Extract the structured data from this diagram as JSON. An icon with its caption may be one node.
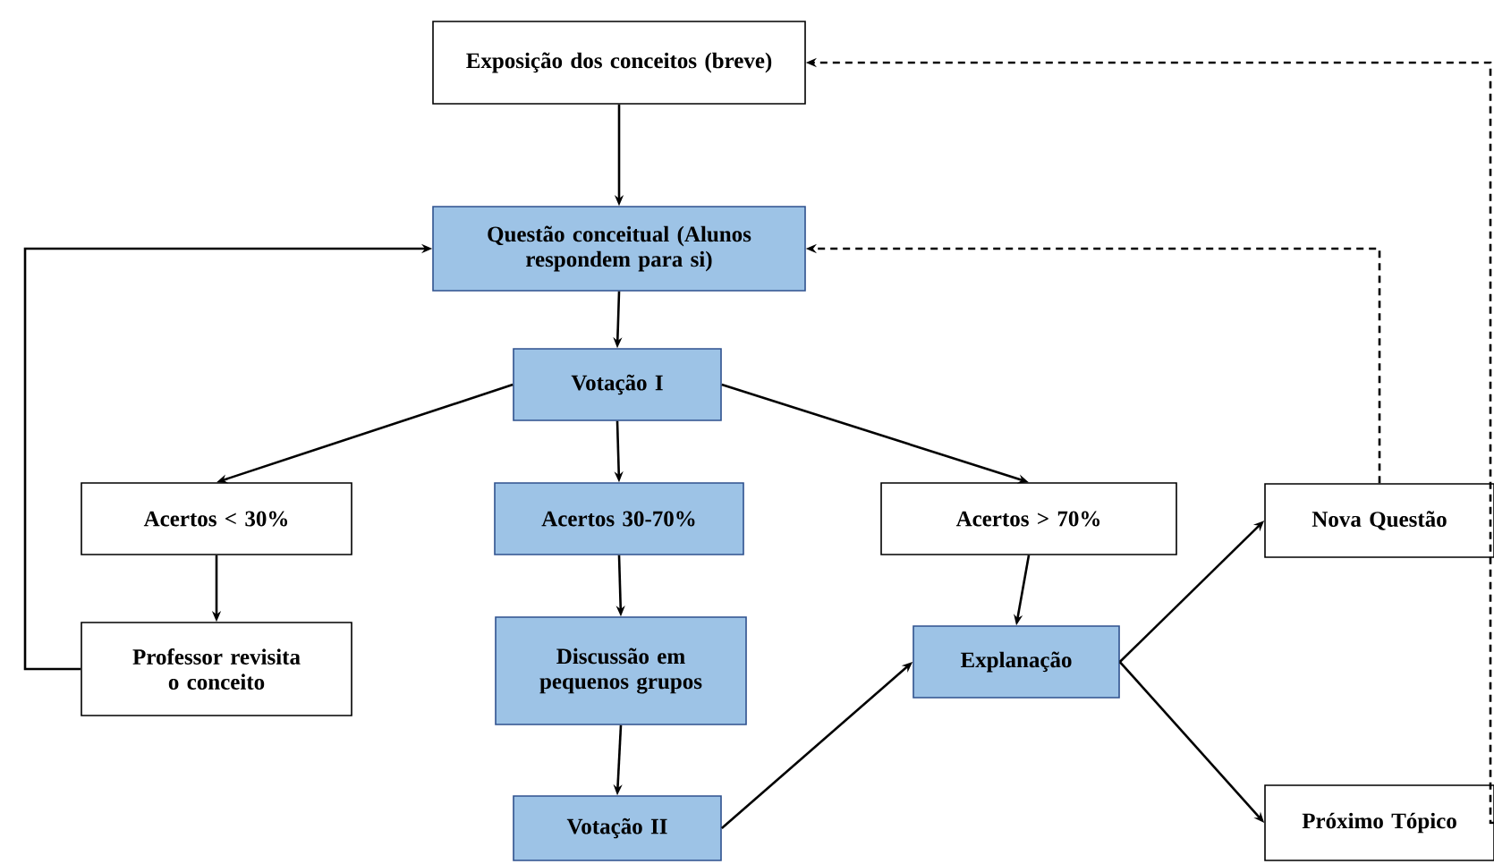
{
  "diagram": {
    "nodes": [
      {
        "text": [
          "Exposição dos conceitos (breve)"
        ]
      },
      {
        "text": [
          "Questão conceitual (Alunos respondem para si)"
        ]
      },
      {
        "text": [
          "Votação I"
        ]
      },
      {
        "text": [
          "Acertos < 30%"
        ]
      },
      {
        "text": [
          "Acertos 30-70%"
        ]
      },
      {
        "text": [
          "Acertos > 70%"
        ]
      },
      {
        "text": [
          "Professor revisita o conceito"
        ]
      },
      {
        "text": [
          "Discussão em pequenos grupos"
        ]
      },
      {
        "text": [
          "Explanação"
        ]
      },
      {
        "text": [
          "Votação II"
        ]
      },
      {
        "text": [
          "Nova Questão"
        ]
      },
      {
        "text": [
          "Próximo Tópico"
        ]
      }
    ],
    "edges": [
      {
        "from": 0,
        "to": 1,
        "arrow": "to"
      },
      {
        "from": 1,
        "to": 2,
        "arrow": "to"
      },
      {
        "from": 2,
        "to": 3,
        "arrow": "to"
      },
      {
        "from": 2,
        "to": 4,
        "arrow": "to"
      },
      {
        "from": 2,
        "to": 5,
        "arrow": "to"
      },
      {
        "from": 3,
        "to": 6,
        "arrow": "to"
      },
      {
        "from": 4,
        "to": 7,
        "arrow": "to"
      },
      {
        "from": 7,
        "to": 9,
        "arrow": "to"
      },
      {
        "from": 5,
        "to": 8,
        "arrow": "to"
      },
      {
        "from": 6,
        "to": 1,
        "arrow": "to"
      },
      {
        "from": 9,
        "to": 8,
        "arrow": "to"
      },
      {
        "from": 8,
        "to": 10,
        "arrow": "to"
      },
      {
        "from": 8,
        "to": 11,
        "arrow": "to"
      },
      {
        "from": 10,
        "to": 1,
        "arrow": "to",
        "style": "dashed"
      },
      {
        "from": 11,
        "to": 0,
        "arrow": "to",
        "style": "dashed"
      }
    ]
  }
}
